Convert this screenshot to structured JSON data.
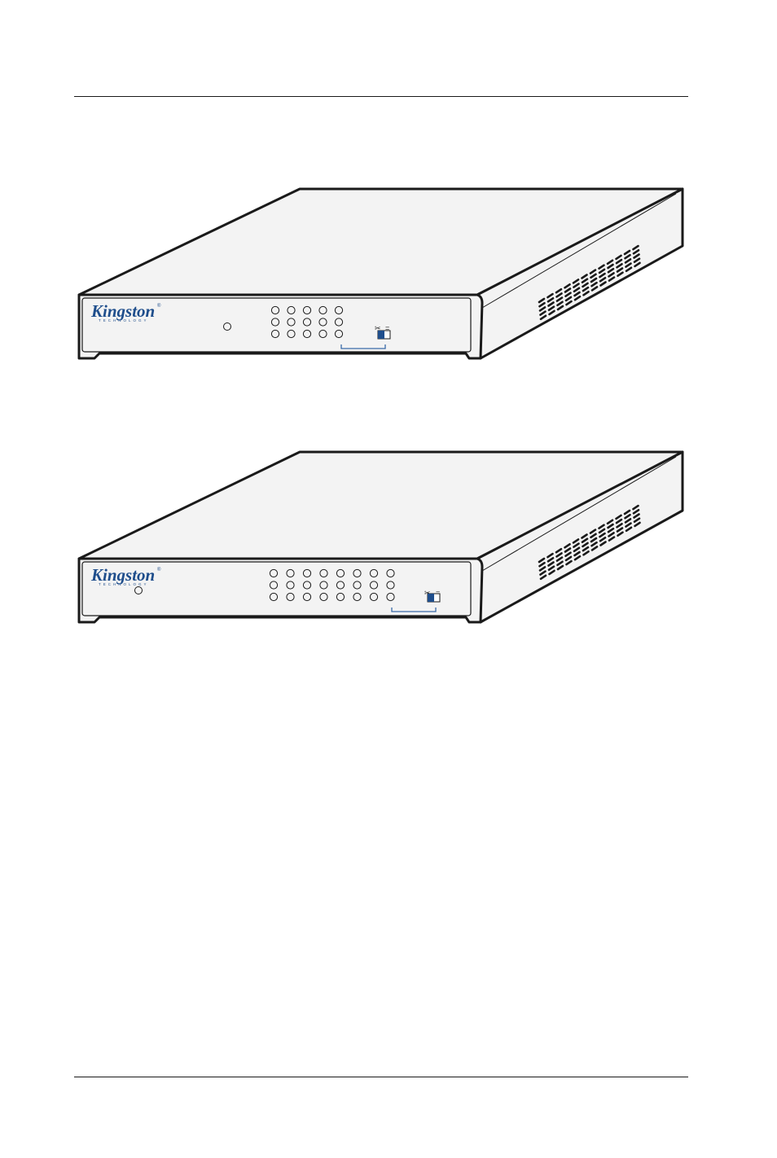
{
  "figures": [
    {
      "id": "hub-5-port",
      "brand": {
        "name": "Kingston",
        "registered": "®",
        "subtitle": "TECHNOLOGY"
      },
      "led_columns": 5,
      "led_rows": 3,
      "colors": {
        "brand": "#1f4e8c",
        "body": "#f3f3f3",
        "outline": "#1a1a1a"
      }
    },
    {
      "id": "hub-8-port",
      "brand": {
        "name": "Kingston",
        "registered": "®",
        "subtitle": "TECHNOLOGY"
      },
      "led_columns": 8,
      "led_rows": 3,
      "colors": {
        "brand": "#1f4e8c",
        "body": "#f3f3f3",
        "outline": "#1a1a1a"
      }
    }
  ]
}
